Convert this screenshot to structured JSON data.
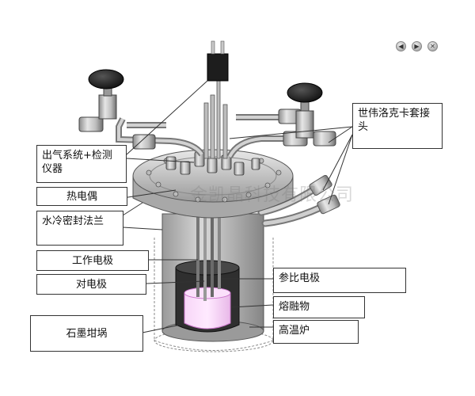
{
  "labels": {
    "outlet": "出气系统+检测仪器",
    "thermocouple": "热电偶",
    "flange": "水冷密封法兰",
    "working_electrode": "工作电极",
    "counter_electrode": "对电极",
    "crucible": "石墨坩埚",
    "swagelok": "世伟洛克卡套接头",
    "reference_electrode": "参比电极",
    "melt": "熔融物",
    "furnace": "高温炉"
  },
  "watermark": "金凯晶科技有限公司",
  "nav": {
    "prev_icon": "◀",
    "next_icon": "▶",
    "close_icon": "✕"
  },
  "colors": {
    "metal_light": "#d6d6d6",
    "metal_dark": "#7a7a7a",
    "crucible_dark": "#2f2f2f",
    "melt": "#f3c9f3",
    "melt_edge": "#cc77cc"
  }
}
